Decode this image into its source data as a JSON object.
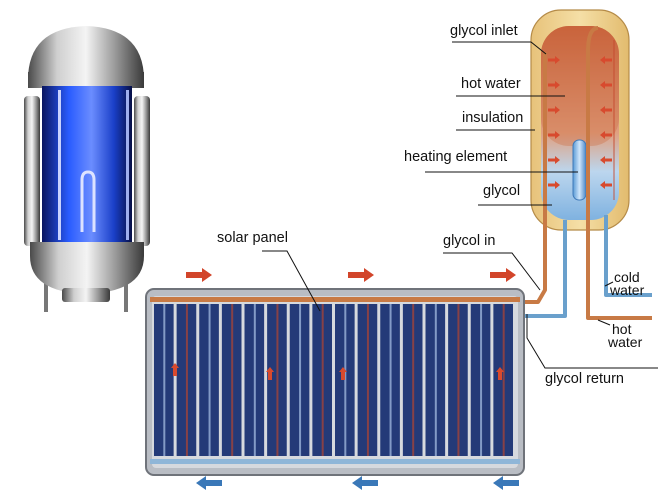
{
  "labels": {
    "glycol_inlet": "glycol inlet",
    "hot_water_tank": "hot water",
    "insulation": "insulation",
    "heating_element": "heating element",
    "glycol": "glycol",
    "glycol_in": "glycol in",
    "solar_panel": "solar panel",
    "cold_water_1": "cold",
    "cold_water_2": "water",
    "hot_water_out_1": "hot",
    "hot_water_out_2": "water",
    "glycol_return": "glycol return"
  },
  "colors": {
    "panel_tube": "#243a78",
    "hot_pipe": "#c87a45",
    "cold_pipe": "#6aa0cc",
    "flow_arrow_hot": "#d2452a",
    "flow_arrow_cold": "#3a78b8",
    "tank_blue": "#1a3fc8"
  }
}
